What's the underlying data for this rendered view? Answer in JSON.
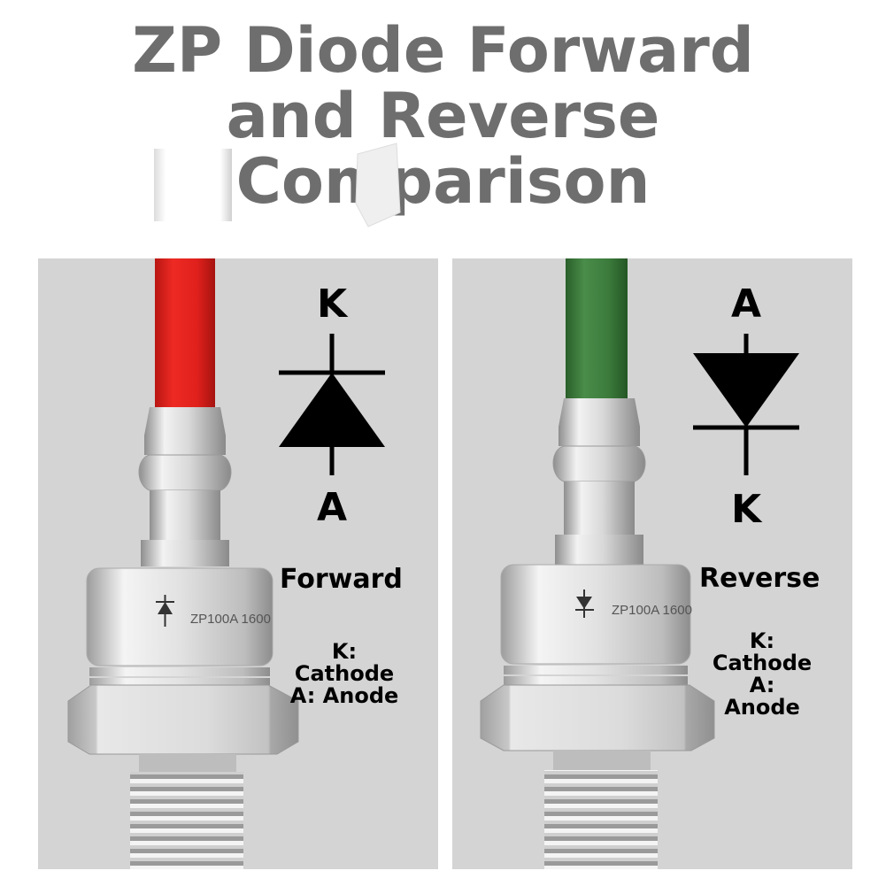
{
  "title": {
    "line1": "ZP Diode Forward",
    "line2": "and Reverse",
    "line3": "Comparison"
  },
  "panels": {
    "forward": {
      "lead_color": "#e0201c",
      "top_letter": "K",
      "bottom_letter": "A",
      "mode_label": "Forward",
      "marking": "ZP100A 1600",
      "legend_line1": "K:",
      "legend_line2": "Cathode",
      "legend_line3": "A: Anode",
      "symbol_icon": "diode-pointing-up-icon"
    },
    "reverse": {
      "lead_color": "#3b7a3b",
      "top_letter": "A",
      "bottom_letter": "K",
      "mode_label": "Reverse",
      "marking": "ZP100A 1600",
      "legend_line1": "K:",
      "legend_line2": "Cathode",
      "legend_line3": "A:",
      "legend_line4": "Anode",
      "symbol_icon": "diode-pointing-down-icon"
    }
  },
  "colors": {
    "panel_bg": "#d4d4d4",
    "title_text": "#6e6e6e",
    "metal_light": "#eeeeee",
    "metal_dark": "#9a9a9a"
  }
}
